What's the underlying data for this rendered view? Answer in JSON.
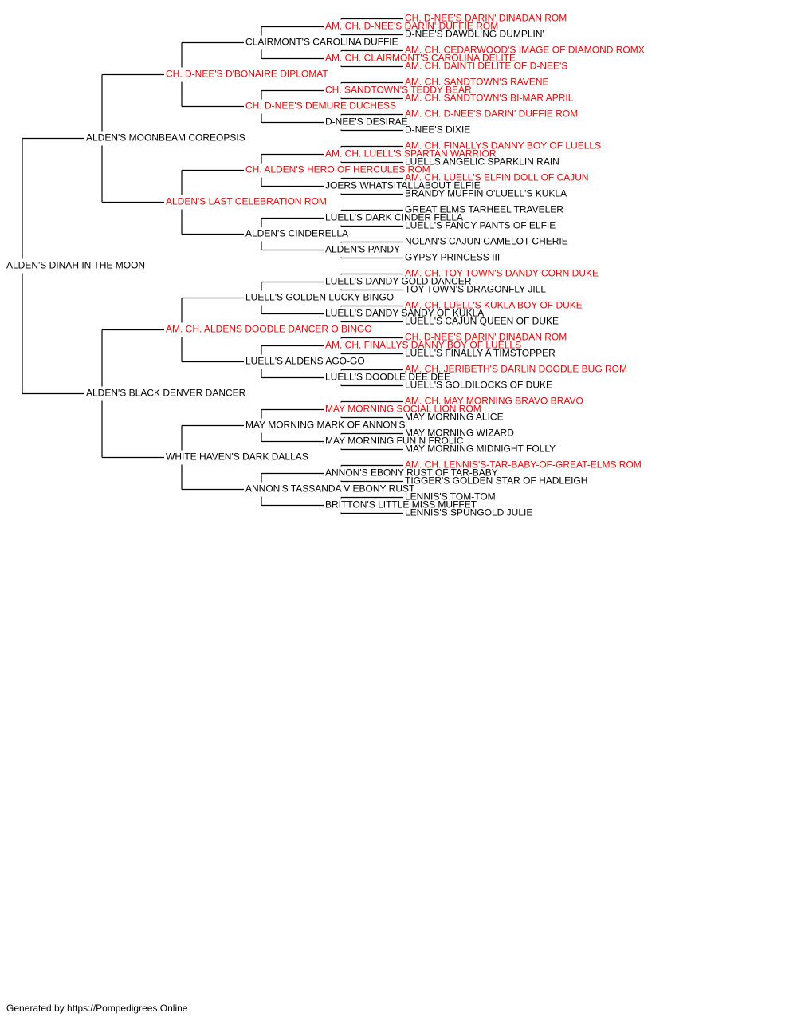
{
  "colors": {
    "champion": "#ff0000",
    "normal": "#000000"
  },
  "subject": "ALDEN'S DINAH IN THE MOON",
  "generations": [
    [
      {
        "name": "ALDEN'S MOONBEAM COREOPSIS",
        "champion": false
      },
      {
        "name": "ALDEN'S BLACK DENVER DANCER",
        "champion": false
      }
    ],
    [
      {
        "name": "CH. D-NEE'S D'BONAIRE DIPLOMAT",
        "champion": true
      },
      {
        "name": "ALDEN'S LAST CELEBRATION ROM",
        "champion": true
      },
      {
        "name": "AM. CH. ALDENS DOODLE DANCER O BINGO",
        "champion": true
      },
      {
        "name": "WHITE HAVEN'S DARK DALLAS",
        "champion": false
      }
    ],
    [
      {
        "name": "CLAIRMONT'S CAROLINA DUFFIE",
        "champion": false
      },
      {
        "name": "CH. D-NEE'S DEMURE DUCHESS",
        "champion": true
      },
      {
        "name": "CH. ALDEN'S HERO OF HERCULES ROM",
        "champion": true
      },
      {
        "name": "ALDEN'S CINDERELLA",
        "champion": false
      },
      {
        "name": "LUELL'S GOLDEN LUCKY BINGO",
        "champion": false
      },
      {
        "name": "LUELL'S ALDENS AGO-GO",
        "champion": false
      },
      {
        "name": "MAY MORNING MARK OF ANNON'S",
        "champion": false
      },
      {
        "name": "ANNON'S TASSANDA V EBONY RUST",
        "champion": false
      }
    ],
    [
      {
        "name": "AM. CH. D-NEE'S DARIN' DUFFIE ROM",
        "champion": true
      },
      {
        "name": "AM. CH. CLAIRMONT'S CAROLINA DELITE",
        "champion": true
      },
      {
        "name": "CH. SANDTOWN'S TEDDY BEAR",
        "champion": true
      },
      {
        "name": "D-NEE'S DESIRAE",
        "champion": false
      },
      {
        "name": "AM. CH. LUELL'S SPARTAN WARRIOR",
        "champion": true
      },
      {
        "name": "JOERS WHATSITALLABOUT ELFIE",
        "champion": false
      },
      {
        "name": "LUELL'S DARK CINDER FELLA",
        "champion": false
      },
      {
        "name": "ALDEN'S PANDY",
        "champion": false
      },
      {
        "name": "LUELL'S DANDY GOLD DANCER",
        "champion": false
      },
      {
        "name": "LUELL'S DANDY SANDY OF KUKLA",
        "champion": false
      },
      {
        "name": "AM. CH. FINALLYS DANNY BOY OF LUELLS",
        "champion": true
      },
      {
        "name": "LUELL'S DOODLE DEE DEE",
        "champion": false
      },
      {
        "name": "MAY MORNING SOCIAL LION ROM",
        "champion": true
      },
      {
        "name": "MAY MORNING FUN N FROLIC",
        "champion": false
      },
      {
        "name": "ANNON'S EBONY RUST OF TAR-BABY",
        "champion": false
      },
      {
        "name": "BRITTON'S LITTLE MISS MUFFET",
        "champion": false
      }
    ],
    [
      {
        "name": "CH. D-NEE'S DARIN' DINADAN ROM",
        "champion": true
      },
      {
        "name": "D-NEE'S DAWDLING DUMPLIN'",
        "champion": false
      },
      {
        "name": "AM. CH. CEDARWOOD'S IMAGE OF DIAMOND ROMX",
        "champion": true
      },
      {
        "name": "AM. CH. DAINTI DELITE OF D-NEE'S",
        "champion": true
      },
      {
        "name": "AM. CH. SANDTOWN'S RAVENE",
        "champion": true
      },
      {
        "name": "AM. CH. SANDTOWN'S BI-MAR APRIL",
        "champion": true
      },
      {
        "name": "AM. CH. D-NEE'S DARIN' DUFFIE ROM",
        "champion": true
      },
      {
        "name": "D-NEE'S DIXIE",
        "champion": false
      },
      {
        "name": "AM. CH. FINALLYS DANNY BOY OF LUELLS",
        "champion": true
      },
      {
        "name": "LUELLS ANGELIC SPARKLIN RAIN",
        "champion": false
      },
      {
        "name": "AM. CH. LUELL'S ELFIN DOLL OF CAJUN",
        "champion": true
      },
      {
        "name": "BRANDY MUFFIN O'LUELL'S KUKLA",
        "champion": false
      },
      {
        "name": "GREAT ELMS TARHEEL TRAVELER",
        "champion": false
      },
      {
        "name": "LUELL'S FANCY PANTS OF ELFIE",
        "champion": false
      },
      {
        "name": "NOLAN'S CAJUN CAMELOT CHERIE",
        "champion": false
      },
      {
        "name": "GYPSY PRINCESS III",
        "champion": false
      },
      {
        "name": "AM. CH. TOY TOWN'S DANDY CORN DUKE",
        "champion": true
      },
      {
        "name": "TOY TOWN'S DRAGONFLY JILL",
        "champion": false
      },
      {
        "name": "AM. CH. LUELL'S KUKLA BOY OF DUKE",
        "champion": true
      },
      {
        "name": "LUELL'S CAJUN QUEEN OF DUKE",
        "champion": false
      },
      {
        "name": "CH. D-NEE'S DARIN' DINADAN ROM",
        "champion": true
      },
      {
        "name": "LUELL'S FINALLY A TIMSTOPPER",
        "champion": false
      },
      {
        "name": "AM. CH. JERIBETH'S DARLIN DOODLE BUG ROM",
        "champion": true
      },
      {
        "name": "LUELL'S GOLDILOCKS OF DUKE",
        "champion": false
      },
      {
        "name": "AM. CH. MAY MORNING BRAVO BRAVO",
        "champion": true
      },
      {
        "name": "MAY MORNING ALICE",
        "champion": false
      },
      {
        "name": "MAY MORNING WIZARD",
        "champion": false
      },
      {
        "name": "MAY MORNING MIDNIGHT FOLLY",
        "champion": false
      },
      {
        "name": "AM. CH. LENNIS'S-TAR-BABY-OF-GREAT-ELMS ROM",
        "champion": true
      },
      {
        "name": "TIGGER'S GOLDEN STAR OF HADLEIGH",
        "champion": false
      },
      {
        "name": "LENNIS'S TOM-TOM",
        "champion": false
      },
      {
        "name": "LENNIS'S SPUNGOLD JULIE",
        "champion": false
      }
    ]
  ],
  "footer": "Generated by https://Pompedigrees.Online"
}
